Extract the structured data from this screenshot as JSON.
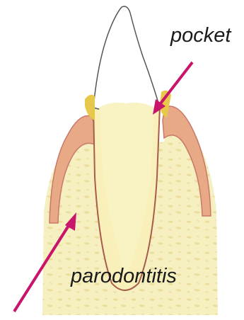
{
  "labels": {
    "pocket": "pocket",
    "parodontitis": "parodontitis"
  },
  "colors": {
    "arrow": "#c8146a",
    "bone": "#f6efbf",
    "bone_dots": "#e9dc98",
    "gum": "#e7a785",
    "gum_edge": "#c9786a",
    "dentin": "#f8f0b8",
    "enamel": "#ffffff",
    "outline": "#a85c4c",
    "plaque": "#e7c545"
  },
  "icons": {
    "pocket_arrow": "arrow-pointing-to-pocket",
    "parodontitis_arrow": "arrow-pointing-to-bone"
  }
}
